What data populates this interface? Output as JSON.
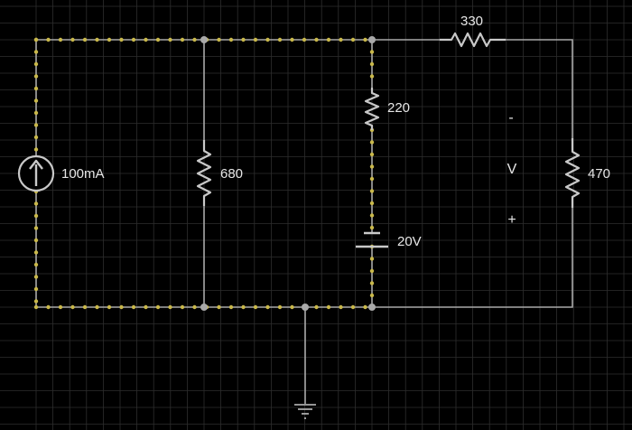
{
  "colors": {
    "background": "#000000",
    "grid": "#2e2e2e",
    "wire": "#a9a9a9",
    "current_dot": "#c9b84a",
    "node": "#a9a9a9",
    "label": "#e6e6e6"
  },
  "components": {
    "current_source": {
      "label": "100mA",
      "icon": "current-source-icon"
    },
    "r680": {
      "label": "680",
      "icon": "resistor-icon"
    },
    "r220": {
      "label": "220",
      "icon": "resistor-icon"
    },
    "battery": {
      "label": "20V",
      "icon": "battery-icon"
    },
    "r330": {
      "label": "330",
      "icon": "resistor-icon"
    },
    "r470": {
      "label": "470",
      "icon": "resistor-icon"
    },
    "ground": {
      "icon": "ground-icon"
    }
  },
  "voltmeter": {
    "minus": "-",
    "label": "V",
    "plus": "+"
  }
}
